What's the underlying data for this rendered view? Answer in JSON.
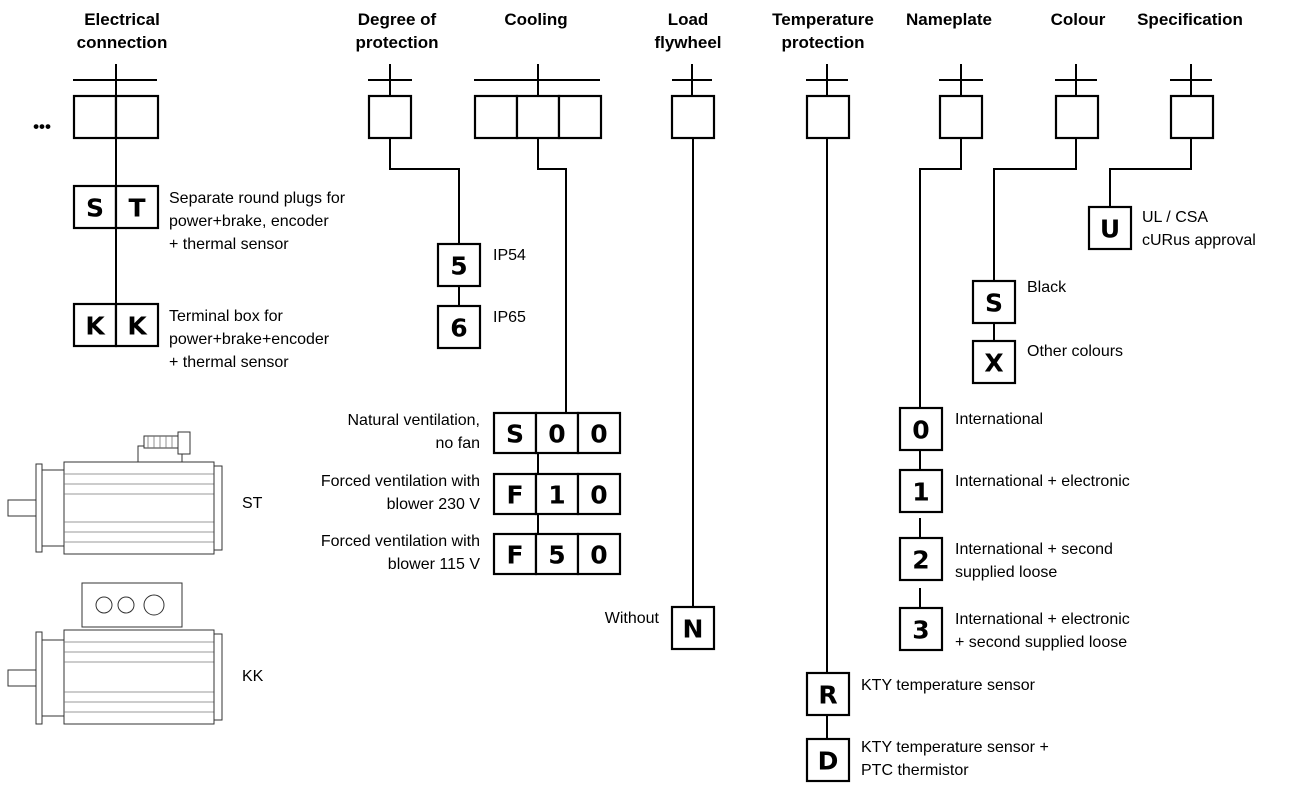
{
  "headers": {
    "electrical": [
      "Electrical",
      "connection"
    ],
    "protection": [
      "Degree of",
      "protection"
    ],
    "cooling": [
      "Cooling"
    ],
    "flywheel": [
      "Load",
      "flywheel"
    ],
    "temperature": [
      "Temperature",
      "protection"
    ],
    "nameplate": [
      "Nameplate"
    ],
    "colour": [
      "Colour"
    ],
    "specification": [
      "Specification"
    ]
  },
  "ellipsis": "•••",
  "electrical_options": [
    {
      "code": [
        "S",
        "T"
      ],
      "text": [
        "Separate round plugs for",
        "power+brake, encoder",
        "+ thermal sensor"
      ]
    },
    {
      "code": [
        "K",
        "K"
      ],
      "text": [
        "Terminal box for",
        "power+brake+encoder",
        "+ thermal sensor"
      ]
    }
  ],
  "protection_options": [
    {
      "code": [
        "5"
      ],
      "text": [
        "IP54"
      ]
    },
    {
      "code": [
        "6"
      ],
      "text": [
        "IP65"
      ]
    }
  ],
  "cooling_options": [
    {
      "code": [
        "S",
        "0",
        "0"
      ],
      "text": [
        "Natural ventilation,",
        "no fan"
      ]
    },
    {
      "code": [
        "F",
        "1",
        "0"
      ],
      "text": [
        "Forced ventilation with",
        "blower 230 V"
      ]
    },
    {
      "code": [
        "F",
        "5",
        "0"
      ],
      "text": [
        "Forced ventilation with",
        "blower 115 V"
      ]
    }
  ],
  "flywheel_options": [
    {
      "code": [
        "N"
      ],
      "text": [
        "Without"
      ]
    }
  ],
  "temperature_options": [
    {
      "code": [
        "R"
      ],
      "text": [
        "KTY temperature sensor"
      ]
    },
    {
      "code": [
        "D"
      ],
      "text": [
        "KTY temperature sensor +",
        "PTC thermistor"
      ]
    }
  ],
  "nameplate_options": [
    {
      "code": [
        "0"
      ],
      "text": [
        "International"
      ]
    },
    {
      "code": [
        "1"
      ],
      "text": [
        "International + electronic"
      ]
    },
    {
      "code": [
        "2"
      ],
      "text": [
        "International + second",
        "supplied loose"
      ]
    },
    {
      "code": [
        "3"
      ],
      "text": [
        "International + electronic",
        "+ second supplied loose"
      ]
    }
  ],
  "colour_options": [
    {
      "code": [
        "S"
      ],
      "text": [
        "Black"
      ]
    },
    {
      "code": [
        "X"
      ],
      "text": [
        "Other colours"
      ]
    }
  ],
  "specification_options": [
    {
      "code": [
        "U"
      ],
      "text": [
        "UL / CSA",
        "cURus approval"
      ]
    }
  ],
  "motor_labels": {
    "st": "ST",
    "kk": "KK"
  }
}
